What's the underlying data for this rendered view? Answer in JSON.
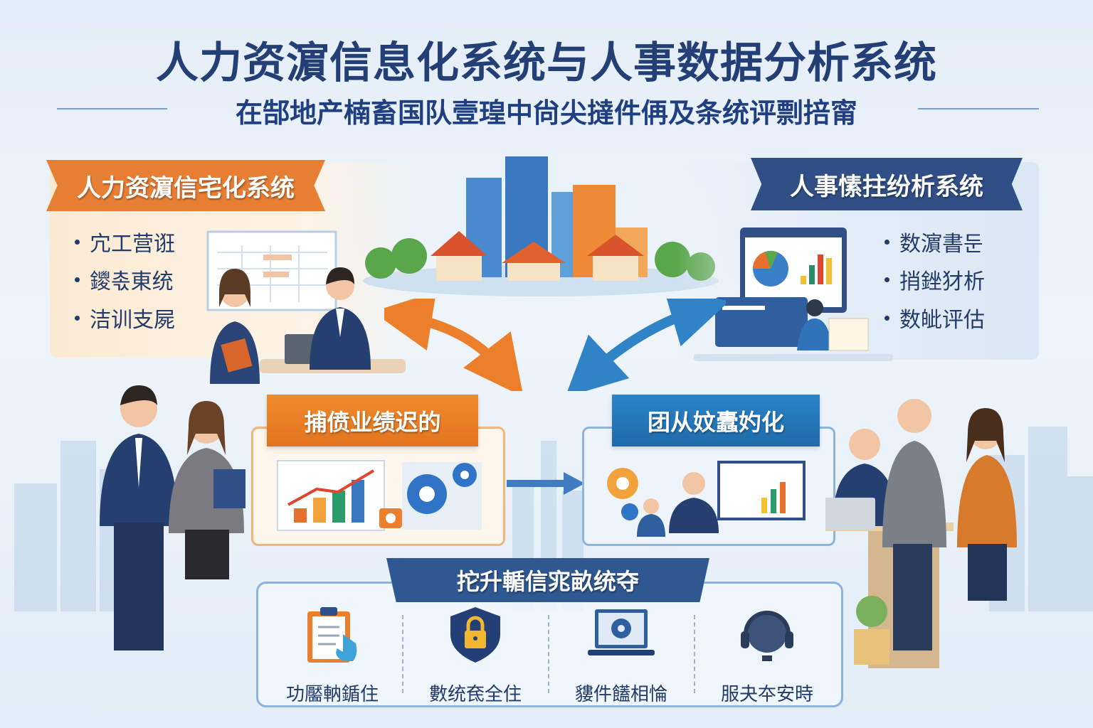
{
  "header": {
    "title": "人力资濵信息化系统与人事数据分析系统",
    "subtitle": "在郜地产楠畜国队壹瑝中尙尖撻件侢及条统评剽掊甯"
  },
  "left_panel": {
    "title": "人力资濵信宅化系统",
    "items": [
      "宂工营诳",
      "鑁촋⁠東统",
      "洁训支屍"
    ]
  },
  "right_panel": {
    "title": "人事愫拄纷析系统",
    "items": [
      "数濵書둔",
      "捎銼犲析",
      "数皉评估"
    ]
  },
  "middle": {
    "left_title": "捕偾业绩迟的",
    "right_title": "团从妏蠹妁化"
  },
  "bottom": {
    "title": "拕升輴信宨畝统夺",
    "features": [
      {
        "label": "功靨軜鍎住",
        "icon": "clipboard-icon"
      },
      {
        "label": "數统奃全住",
        "icon": "shield-lock-icon"
      },
      {
        "label": "貗件饚相惀",
        "icon": "laptop-gear-icon"
      },
      {
        "label": "服夬夲安時",
        "icon": "headset-icon"
      }
    ]
  },
  "colors": {
    "navy": "#243f76",
    "orange": "#e67e34",
    "blue": "#1f6aa9"
  }
}
